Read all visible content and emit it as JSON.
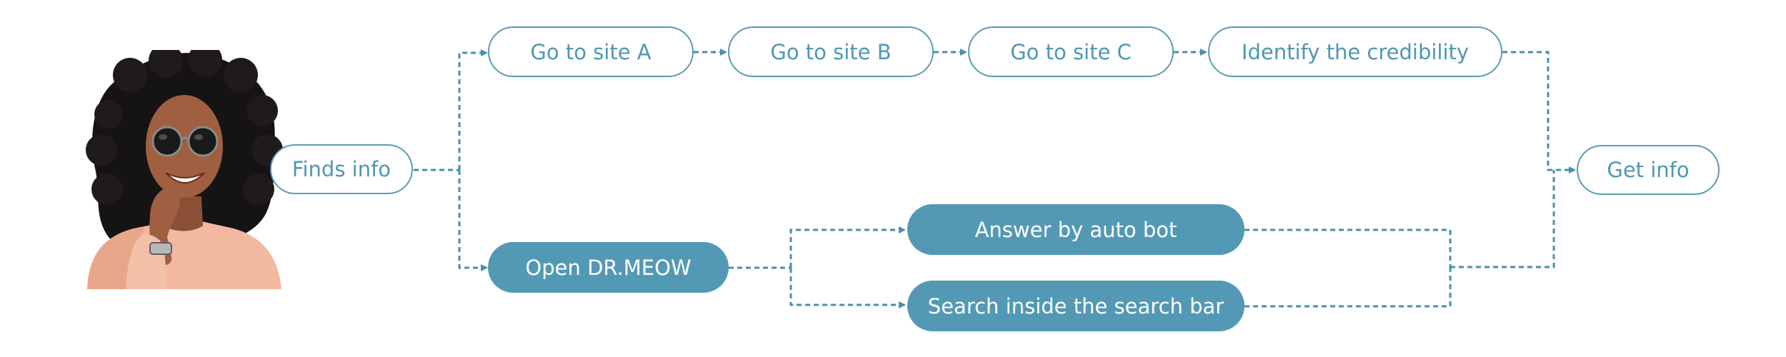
{
  "colors": {
    "accent": "#5399b5",
    "outline": "#5a9bb5",
    "connector": "#4a8fac",
    "background": "#ffffff"
  },
  "person": {
    "icon": "person-portrait"
  },
  "nodes": {
    "finds_info": "Finds info",
    "site_a": "Go to site A",
    "site_b": "Go to site B",
    "site_c": "Go to site C",
    "identify": "Identify the credibility",
    "get_info": "Get info",
    "open_app": "Open DR.MEOW",
    "auto_bot": "Answer by auto bot",
    "search_bar": "Search inside the search bar"
  }
}
